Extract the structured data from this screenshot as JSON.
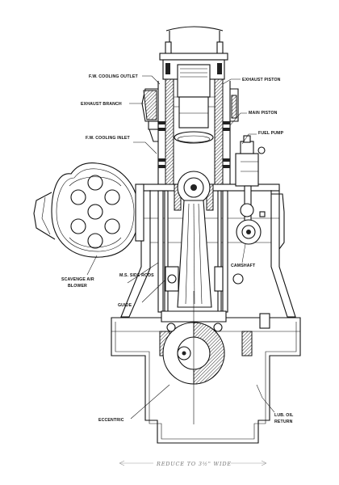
{
  "drawing": {
    "labels": {
      "fw_cooling_outlet": "F.W. COOLING OUTLET",
      "exhaust_piston": "EXHAUST PISTON",
      "exhaust_branch": "EXHAUST BRANCH",
      "main_piston": "MAIN PISTON",
      "fuel_pump": "FUEL PUMP",
      "fw_cooling_inlet": "F.W. COOLING INLET",
      "camshaft": "CAMSHAFT",
      "scavenge_air_line1": "SCAVENGE AIR",
      "scavenge_air_line2": "BLOWER",
      "ms_side_rods": "M.S. SIDE RODS",
      "guide": "GUIDE",
      "eccentric": "ECCENTRIC",
      "lub_oil_line1": "LUB. OIL",
      "lub_oil_line2": "RETURN"
    },
    "annotation": "REDUCE TO 3½\" WIDE"
  }
}
